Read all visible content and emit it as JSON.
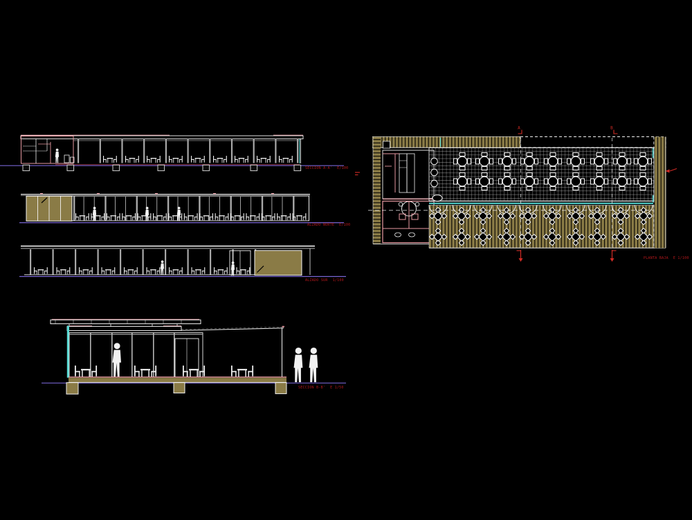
{
  "app": {
    "background": "#000000"
  },
  "colors": {
    "line_white": "#f2f2f2",
    "wood_khaki": "#8a7b46",
    "section_pink": "#e89aa2",
    "label_red": "#b6181c",
    "marker_red": "#d22b25",
    "ground_purple": "#7663cf",
    "ground_maroon": "#6e2733",
    "glass_teal": "#54d8d2",
    "column_gray": "#a9a9a9"
  },
  "drawings": {
    "seccion_aa": {
      "name": "SECCION A-A'",
      "scale": "E/100"
    },
    "alzado_norte": {
      "name": "ALZADO NORTE",
      "scale": "E/100"
    },
    "alzado_sur": {
      "name": "ALZADO SUR",
      "scale": "1/100"
    },
    "seccion_bb": {
      "name": "SECCION B-B'",
      "scale": "E 1/50"
    },
    "planta_baja": {
      "name": "PLANTA BAJA",
      "scale": "E 1/100",
      "marker_a": "A",
      "marker_b": "B"
    }
  }
}
